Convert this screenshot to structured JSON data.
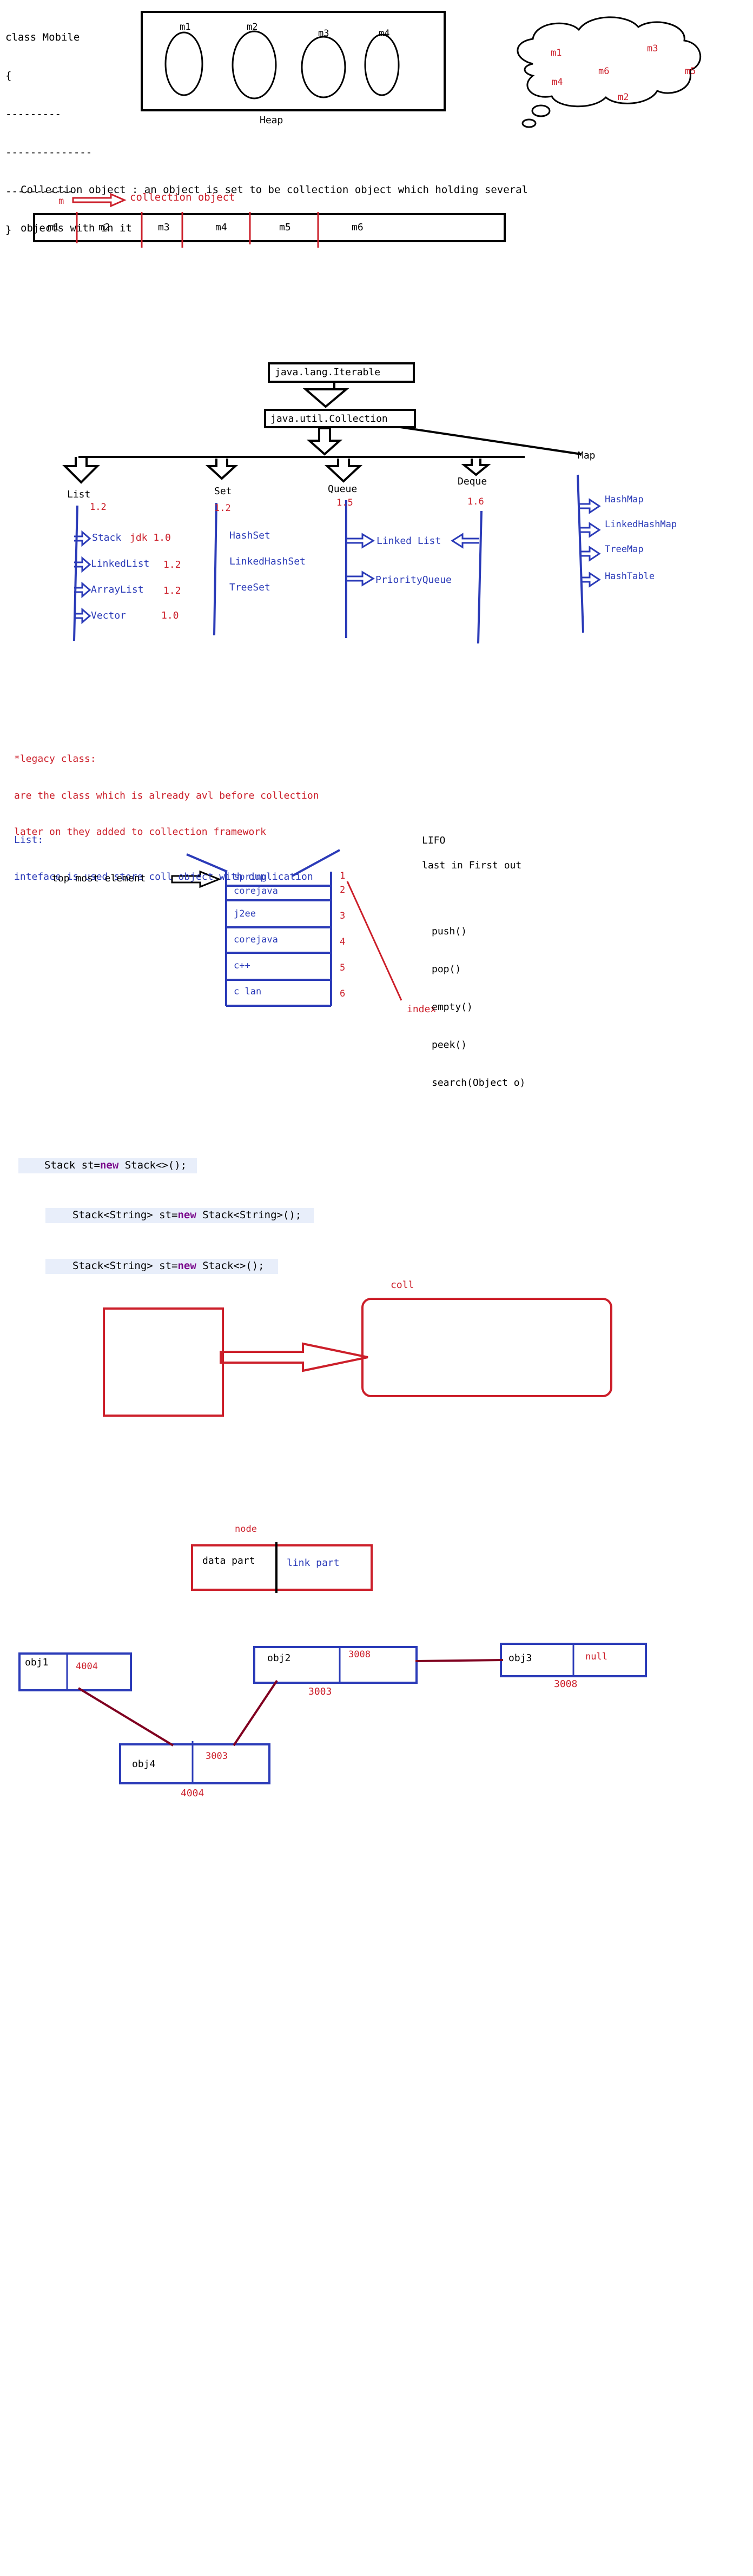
{
  "class_code": {
    "lines": [
      "class Mobile",
      "{",
      "---------",
      "--------------",
      "-----------",
      "}"
    ]
  },
  "heap": {
    "label": "Heap",
    "objects": [
      "m1",
      "m2",
      "m3",
      "m4"
    ]
  },
  "cloud": {
    "items": [
      "m1",
      "m3",
      "m6",
      "m5",
      "m4",
      "m2"
    ]
  },
  "collection_object": {
    "definition_line1": "Collection object : an object is set to be collection object which holding several",
    "definition_line2": "objects with in it",
    "pointer_label": "m",
    "pointer_target": "collection object",
    "cells": [
      "m1",
      "m2",
      "m3",
      "m4",
      "m5",
      "m6"
    ]
  },
  "hierarchy": {
    "root": "java.lang.Iterable",
    "collection": "java.util.Collection",
    "map": "Map",
    "branches": [
      {
        "name": "List",
        "version": "1.2",
        "items": [
          {
            "label": "Stack",
            "extra": "jdk 1.0"
          },
          {
            "label": "LinkedList",
            "extra": "1.2"
          },
          {
            "label": "ArrayList",
            "extra": "1.2"
          },
          {
            "label": "Vector",
            "extra": "1.0"
          }
        ]
      },
      {
        "name": "Set",
        "version": "1.2",
        "items": [
          "HashSet",
          "LinkedHashSet",
          "TreeSet"
        ]
      },
      {
        "name": "Queue",
        "version": "1.5",
        "items": [
          "Linked List",
          "PriorityQueue"
        ]
      },
      {
        "name": "Deque",
        "version": "1.6"
      }
    ],
    "map_items": [
      "HashMap",
      "LinkedHashMap",
      "TreeMap",
      "HashTable"
    ]
  },
  "legacy": {
    "line1": "*legacy class:",
    "line2": "are the class which is already avl before collection",
    "line3": "later on they added to collection framework"
  },
  "list_note": {
    "line1": "List:",
    "line2": "inteface is used store coll object with duplication"
  },
  "stack_diagram": {
    "top_label": "top most element",
    "lifo_title": "LIFO",
    "lifo_desc": "last in First out",
    "entries": [
      "spring",
      "corejava",
      "j2ee",
      "corejava",
      "c++",
      "c lan"
    ],
    "indexes": [
      "1",
      "2",
      "3",
      "4",
      "5",
      "6"
    ],
    "index_label": "index",
    "methods": [
      "push()",
      "pop()",
      "empty()",
      "peek()",
      "search(Object o)"
    ]
  },
  "code_samples": {
    "line1": {
      "a": "Stack st=",
      "kw": "new",
      "b": " Stack<>();"
    },
    "line2": {
      "a": "Stack<String> st=",
      "kw": "new",
      "b": " Stack<String>();"
    },
    "line3": {
      "a": "Stack<String> st=",
      "kw": "new",
      "b": " Stack<>();"
    }
  },
  "coll_diagram": {
    "label": "coll"
  },
  "node_diagram": {
    "title": "node",
    "data_part": "data part",
    "link_part": "link part"
  },
  "linked_list": {
    "obj1": {
      "name": "obj1",
      "link": "4004"
    },
    "obj2": {
      "name": "obj2",
      "link": "3008",
      "address": "3003"
    },
    "obj3": {
      "name": "obj3",
      "link": "null",
      "address": "3008"
    },
    "obj4": {
      "name": "obj4",
      "link": "3003",
      "address": "4004"
    }
  },
  "colors": {
    "red": "#cc1f2a",
    "blue": "#2b3bb8",
    "black": "#000000",
    "code_highlight": "#e8eefa"
  }
}
